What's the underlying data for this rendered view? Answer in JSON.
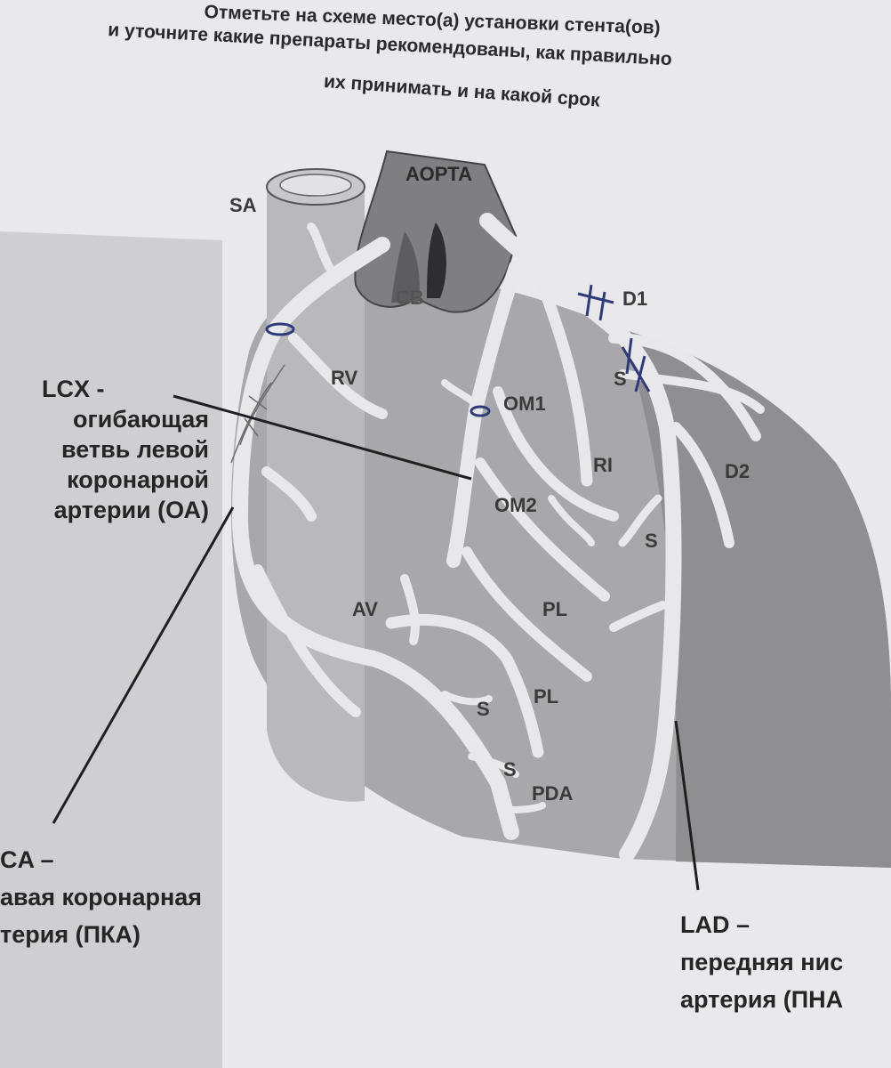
{
  "heading": {
    "line1": "Отметьте на схеме место(а) установки стента(ов)",
    "line2": "и уточните какие препараты рекомендованы, как правильно",
    "line3": "их принимать и на какой срок"
  },
  "vessel_labels": {
    "aorta": "АОРТА",
    "sa": "SA",
    "cb": "CB",
    "d1": "D1",
    "rv": "RV",
    "om1": "OM1",
    "s1": "S",
    "ri": "RI",
    "d2": "D2",
    "om2": "OM2",
    "s2": "S",
    "av": "AV",
    "pl1": "PL",
    "pl2": "PL",
    "s3": "S",
    "s4": "S",
    "pda": "PDA"
  },
  "callouts": {
    "lcx": {
      "line1": "LCX -",
      "line2": "огибающая",
      "line3": "ветвь левой",
      "line4": "коронарной",
      "line5": "артерии (ОА)"
    },
    "rca": {
      "line1": "CA –",
      "line2": "авая коронарная",
      "line3": "терия (ПКА)"
    },
    "lad": {
      "line1": "LAD –",
      "line2": "передняя нис",
      "line3": "артерия (ПНА"
    }
  },
  "colors": {
    "paper": "#e9e9ec",
    "heart": "#a9a9ab",
    "heart_dark": "#8e8e90",
    "vessel": "#e6e6e8",
    "stent_mark": "#2f3a7a"
  }
}
